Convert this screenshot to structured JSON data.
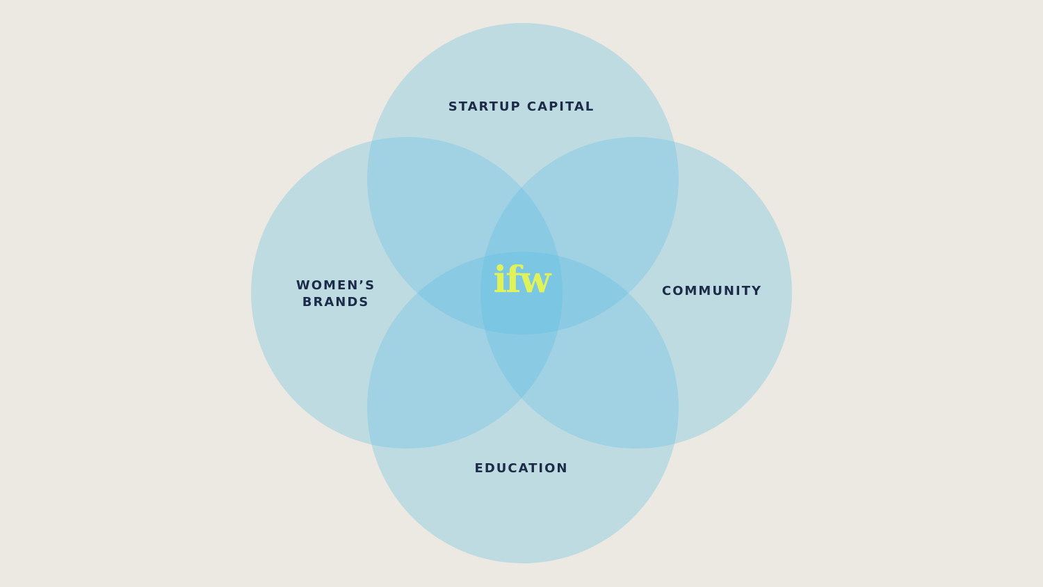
{
  "diagram": {
    "type": "venn",
    "sets": [
      {
        "id": "top",
        "label": "STARTUP CAPITAL"
      },
      {
        "id": "left",
        "label_lines": [
          "WOMEN’S",
          "BRANDS"
        ]
      },
      {
        "id": "right",
        "label": "COMMUNITY"
      },
      {
        "id": "bottom",
        "label": "EDUCATION"
      }
    ],
    "center_logo": "ifw",
    "colors": {
      "background": "#ebe9e1",
      "circle": "#58bee4",
      "text": "#1c2b47",
      "logo": "#dff25a"
    }
  }
}
